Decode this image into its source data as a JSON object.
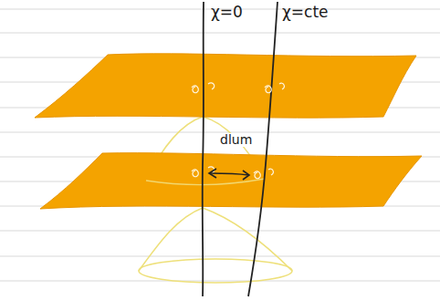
{
  "diagram": {
    "labels": [
      "χ=0",
      "χ=cte",
      "dlum"
    ]
  }
}
